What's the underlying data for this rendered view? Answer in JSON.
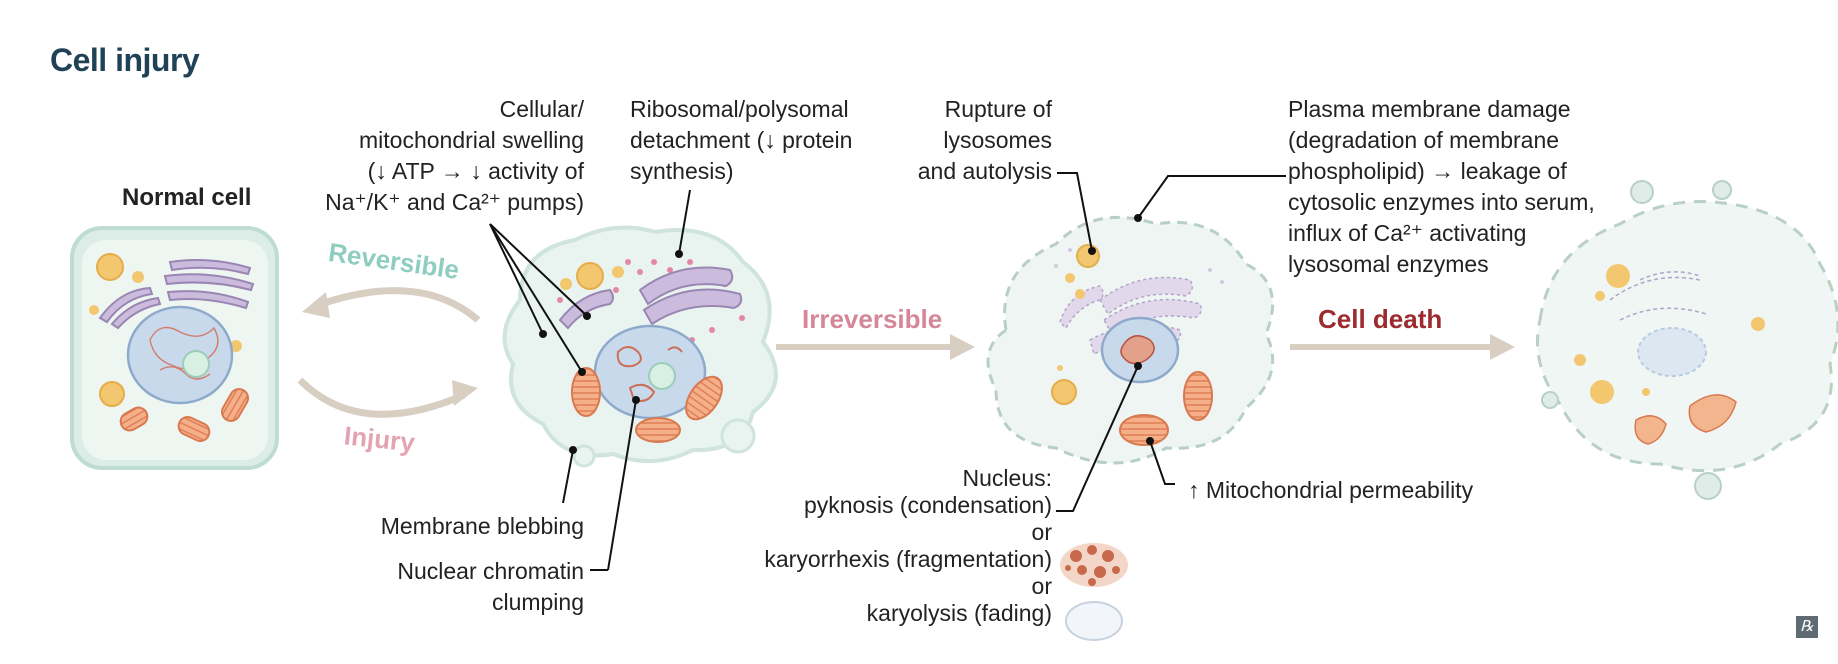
{
  "title": "Cell injury",
  "labels": {
    "normal_cell": "Normal cell",
    "reversible": "Reversible",
    "injury": "Injury",
    "irreversible": "Irreversible",
    "cell_death": "Cell death",
    "swelling_l1": "Cellular/",
    "swelling_l2": "mitochondrial swelling",
    "swelling_l3": "(↓ ATP → ↓ activity of",
    "swelling_l4": "Na⁺/K⁺ and Ca²⁺ pumps)",
    "ribo_l1": "Ribosomal/polysomal",
    "ribo_l2": "detachment (↓ protein",
    "ribo_l3": "synthesis)",
    "blebbing": "Membrane blebbing",
    "chromatin_l1": "Nuclear chromatin",
    "chromatin_l2": "clumping",
    "lyso_l1": "Rupture of",
    "lyso_l2": "lysosomes",
    "lyso_l3": "and autolysis",
    "plasma_l1": "Plasma membrane damage",
    "plasma_l2": "(degradation of membrane",
    "plasma_l3": "phospholipid) → leakage of",
    "plasma_l4": "cytosolic enzymes into serum,",
    "plasma_l5": "influx of Ca²⁺ activating",
    "plasma_l6": "lysosomal enzymes",
    "nucleus_l1": "Nucleus:",
    "nucleus_l2": "pyknosis (condensation)",
    "or_1": "or",
    "nucleus_l3": "karyorrhexis (fragmentation)",
    "or_2": "or",
    "nucleus_l4": "karyolysis (fading)",
    "mito_perm": "↑ Mitochondrial permeability",
    "logo": "℞"
  },
  "colors": {
    "title": "#1f4256",
    "reversible": "#8fcdbf",
    "injury": "#e3a3b3",
    "irreversible": "#d58799",
    "cell_death": "#9c2b2e",
    "arrow": "#d8cfc2",
    "cell_fill": "#e9f3ef",
    "cell_edge": "#bfdcd2",
    "nucleus": "#c9d9ec",
    "mito": "#f1a57a",
    "er": "#b8a7cc",
    "vesicle": "#f3c76f"
  }
}
